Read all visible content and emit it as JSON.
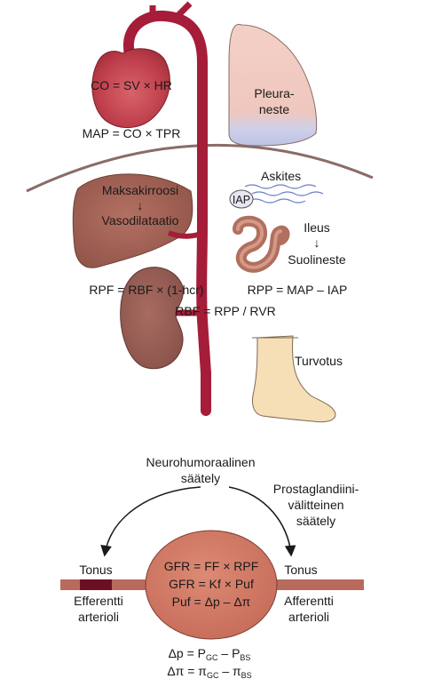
{
  "colors": {
    "artery": "#a51d38",
    "organ_red": "#b84848",
    "organ_brown": "#9a5a4e",
    "lung": "#f2c9bf",
    "lung_blue": "#c9cde6",
    "foot": "#f6dfb6",
    "kidney": "#c9705f",
    "vessel_line": "#b86a5c",
    "efferent_dark": "#6b0f22"
  },
  "top": {
    "heart": {
      "formula": "CO = SV × HR"
    },
    "map_formula": "MAP = CO × TPR",
    "lung": {
      "line1": "Pleura-",
      "line2": "neste"
    },
    "ascites": "Askites",
    "iap": "IAP",
    "liver": {
      "line1": "Maksakirroosi",
      "arrow": "↓",
      "line2": "Vasodilataatio"
    },
    "ileus": {
      "line1": "Ileus",
      "arrow": "↓",
      "line2": "Suolineste"
    },
    "rpp_formula": "RPP = MAP – IAP",
    "rpf_formula": "RPF = RBF × (1-hcr)",
    "rbf_formula": "RBF = RPP / RVR",
    "edema": "Turvotus"
  },
  "bottom": {
    "neuro": {
      "line1": "Neurohumoraalinen",
      "line2": "säätely"
    },
    "prosta": {
      "line1": "Prostaglandiini-",
      "line2": "välitteinen",
      "line3": "säätely"
    },
    "tonus_left": "Tonus",
    "tonus_right": "Tonus",
    "efferent": {
      "line1": "Efferentti",
      "line2": "arterioli"
    },
    "afferent": {
      "line1": "Afferentti",
      "line2": "arterioli"
    },
    "gfr1": "GFR = FF × RPF",
    "gfr2": "GFR = Kf × Puf",
    "puf": "Puf = Δp – Δπ",
    "dp": {
      "lhs": "Δp = P",
      "sub1": "GC",
      "mid": " – P",
      "sub2": "BS"
    },
    "dpi": {
      "lhs": "Δπ = π",
      "sub1": "GC",
      "mid": " – π",
      "sub2": "BS"
    }
  }
}
